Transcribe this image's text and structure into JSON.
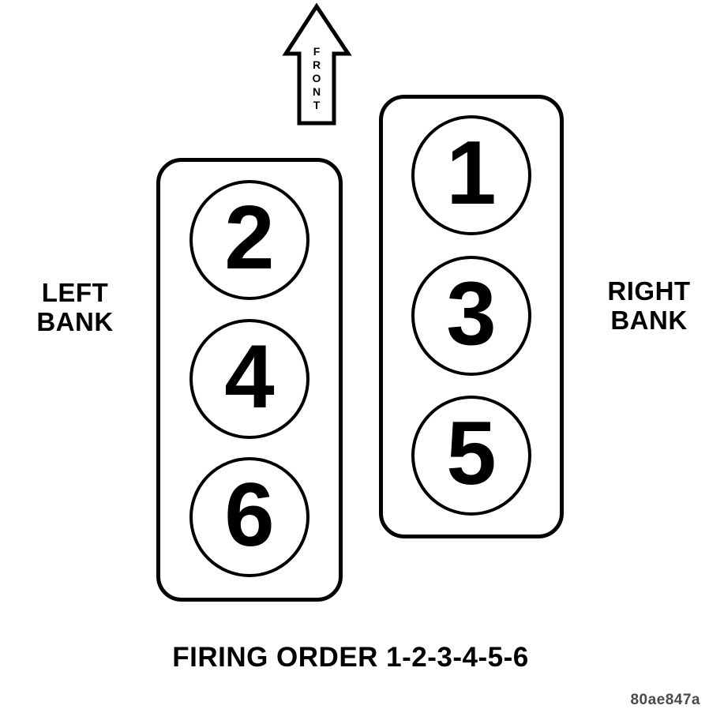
{
  "diagram": {
    "front_arrow": {
      "label": "FRONT"
    },
    "left_bank": {
      "label_line1": "LEFT",
      "label_line2": "BANK",
      "cylinders": [
        "2",
        "4",
        "6"
      ]
    },
    "right_bank": {
      "label_line1": "RIGHT",
      "label_line2": "BANK",
      "cylinders": [
        "1",
        "3",
        "5"
      ]
    },
    "caption": "FIRING ORDER 1-2-3-4-5-6",
    "reference_code": "80ae847a",
    "colors": {
      "ink": "#000000",
      "background": "#ffffff",
      "code_gray": "#4a4a4a"
    }
  }
}
